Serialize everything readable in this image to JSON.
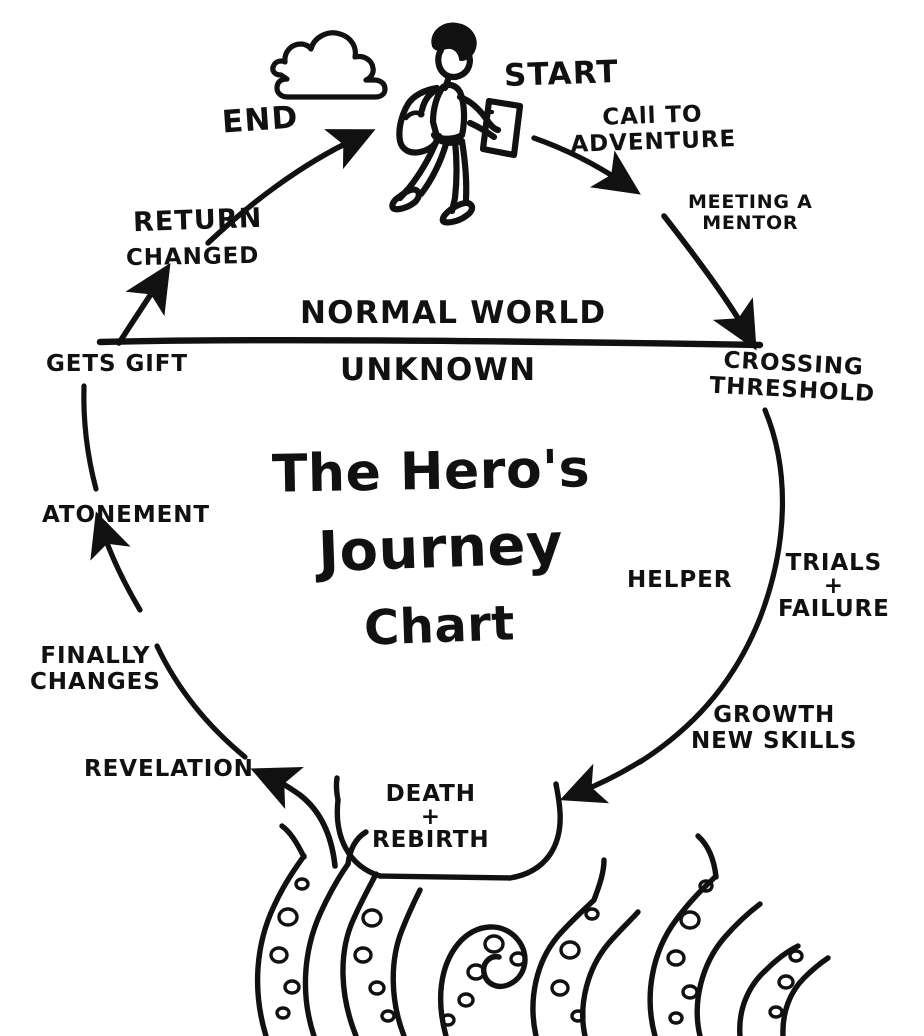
{
  "document": {
    "title_line1": "The Hero's",
    "title_line2": "Journey",
    "title_line3": "Chart",
    "style": "hand-drawn marker sketch",
    "ink_color": "#111111",
    "background_color": "#ffffff"
  },
  "divider": {
    "above_label": "NORMAL WORLD",
    "below_label": "UNKNOWN"
  },
  "stages": {
    "start": "START",
    "end": "END",
    "call_to_adventure": "CAll TO\nADVENTURE",
    "meeting_a_mentor": "MEETING A\nMENTOR",
    "crossing_threshold": "CROSSING\nTHRESHOLD",
    "trials_and_failure": "TRIALS\n+\nFAILURE",
    "helper": "HELPER",
    "growth_new_skills": "GROWTH\nNEW SKILLS",
    "death_and_rebirth": "DEATH\n+\nREBIRTH",
    "revelation": "REVELATION",
    "finally_changes": "FINALLY\nCHANGES",
    "atonement": "ATONEMENT",
    "gets_gift": "GETS GIFT",
    "return_changed_line1": "RETURN",
    "return_changed_line2": "CHANGED"
  },
  "figures": {
    "hero": "walking-hero-with-backpack",
    "cloud": "cloud",
    "tentacles": "octopus-tentacles"
  }
}
